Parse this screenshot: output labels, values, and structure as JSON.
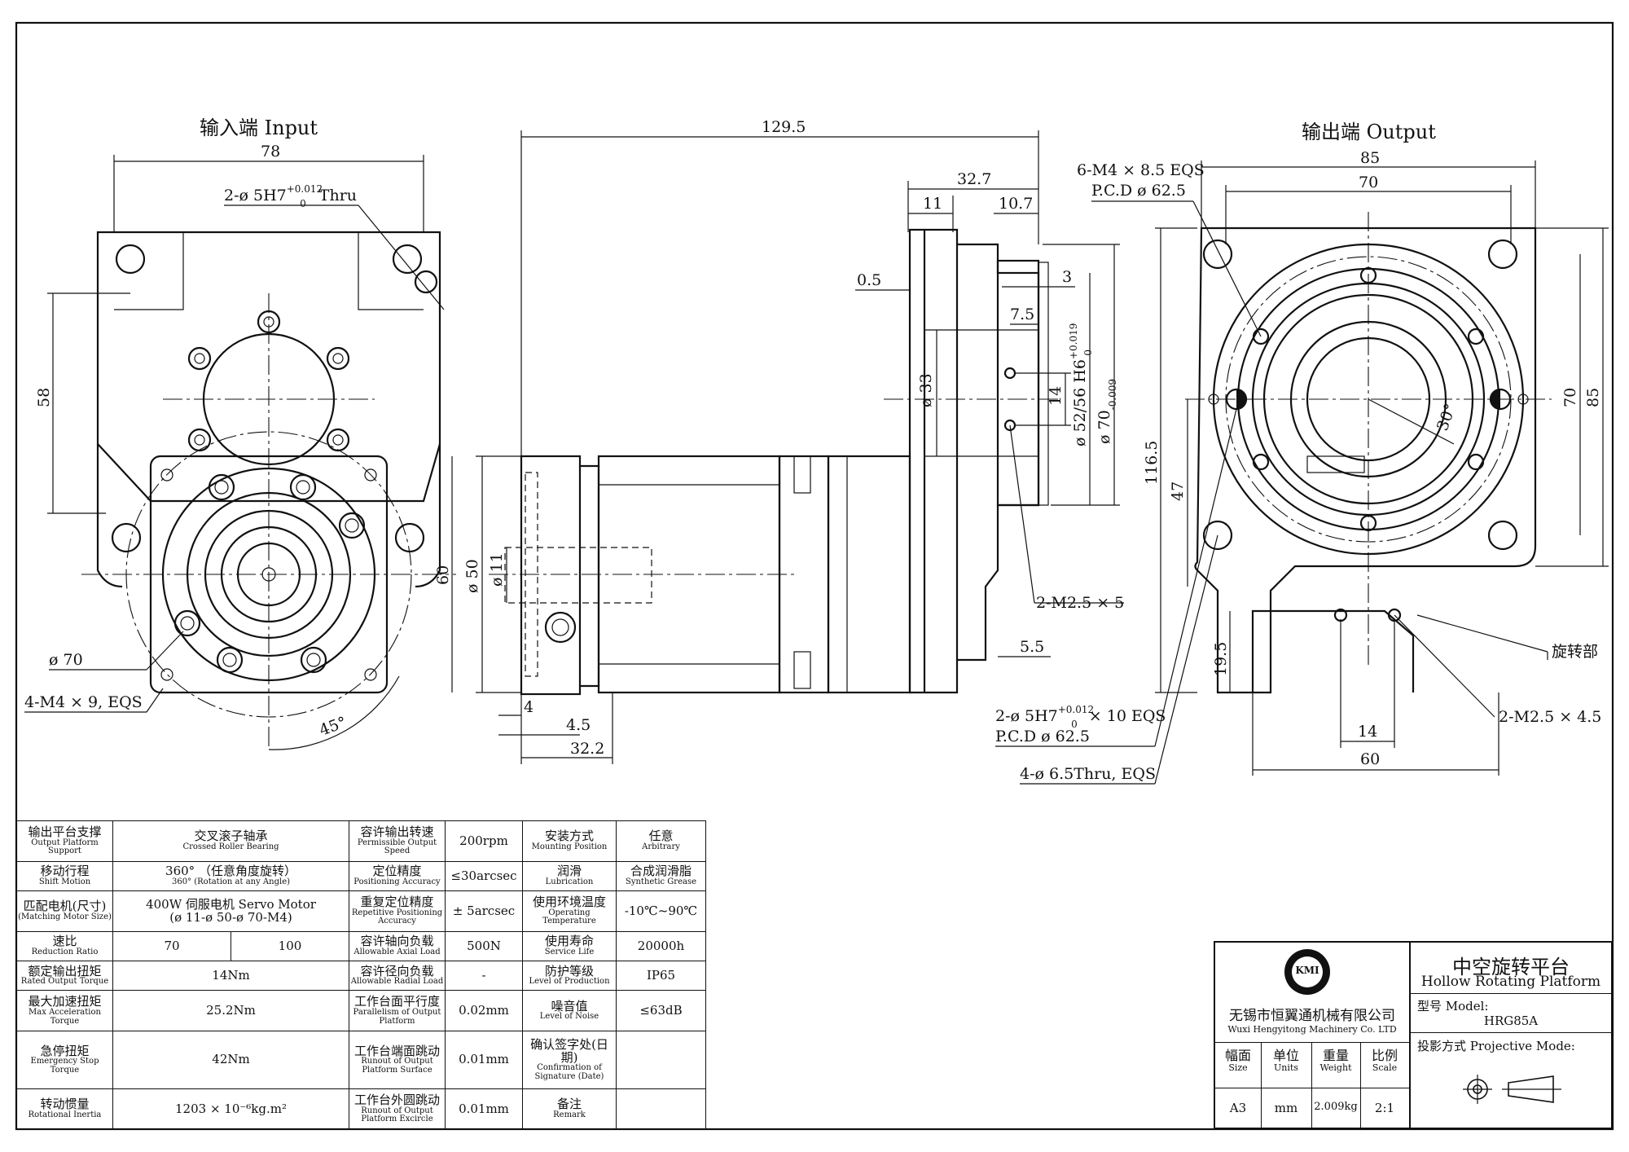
{
  "views": {
    "input_title": "输入端 Input",
    "output_title": "输出端 Output"
  },
  "dims": {
    "d78": "78",
    "hole_in": "2-ø 5H7",
    "hole_in_tol_up": "+0.012",
    "hole_in_tol_dn": "0",
    "hole_in_suffix": "Thru",
    "d58": "58",
    "d60_in": "60",
    "phi70_in": "ø 70",
    "m4_in": "4-M4 × 9, EQS",
    "a45": "45°",
    "d129": "129.5",
    "d32_7": "32.7",
    "d11": "11",
    "d10_7": "10.7",
    "d0_5": "0.5",
    "d3": "3",
    "d7_5": "7.5",
    "phi33": "ø 33",
    "d14_side": "14",
    "h6": "ø 52/56 H6",
    "h6_tol_up": "+0.019",
    "h6_tol_dn": "0",
    "phi70_side": "ø 70",
    "phi70_side_tol_dn": "-0.009",
    "phi50": "ø 50",
    "phi11": "ø 11",
    "m2_5x5": "2-M2.5 × 5",
    "d5_5": "5.5",
    "d4": "4",
    "d4_5": "4.5",
    "d32_2": "32.2",
    "d85_top": "85",
    "d70_top": "70",
    "m4_out": "6-M4 × 8.5 EQS",
    "pcd_out": "P.C.D ø 62.5",
    "d116_5": "116.5",
    "d47": "47",
    "d19_5": "19.5",
    "d70_right": "70",
    "d85_right": "85",
    "a30": "30°",
    "rotating_part": "旋转部",
    "hole_out": "2-ø 5H7",
    "hole_out_tol_up": "+0.012",
    "hole_out_tol_dn": "0",
    "hole_out_suffix": "× 10 EQS",
    "pcd_out2": "P.C.D ø 62.5",
    "thru_out": "4-ø 6.5Thru, EQS",
    "m2_5x4_5": "2-M2.5 × 4.5",
    "d14_bottom": "14",
    "d60_bottom": "60"
  },
  "spec": {
    "rows": [
      {
        "c1_cn": "输出平台支撑",
        "c1_en": "Output Platform Support",
        "c2": "交叉滚子轴承",
        "c2_en": "Crossed Roller Bearing",
        "c3_cn": "容许输出转速",
        "c3_en": "Permissible Output Speed",
        "c4": "200rpm",
        "c5_cn": "安装方式",
        "c5_en": "Mounting Position",
        "c6": "任意",
        "c6_en": "Arbitrary"
      },
      {
        "c1_cn": "移动行程",
        "c1_en": "Shift Motion",
        "c2": "360° （任意角度旋转）",
        "c2_en": "360° (Rotation at any Angle)",
        "c3_cn": "定位精度",
        "c3_en": "Positioning Accuracy",
        "c4": "≤30arcsec",
        "c5_cn": "润滑",
        "c5_en": "Lubrication",
        "c6": "合成润滑脂",
        "c6_en": "Synthetic Grease"
      },
      {
        "c1_cn": "匹配电机(尺寸)",
        "c1_en": "(Matching Motor Size)",
        "c2": "400W 伺服电机 Servo Motor",
        "c2_en": "(ø 11-ø 50-ø 70-M4)",
        "c3_cn": "重复定位精度",
        "c3_en": "Repetitive Positioning Accuracy",
        "c4": "± 5arcsec",
        "c5_cn": "使用环境温度",
        "c5_en": "Operating Temperature",
        "c6": "-10℃~90℃",
        "c6_en": ""
      },
      {
        "c1_cn": "速比",
        "c1_en": "Reduction Ratio",
        "c2a": "70",
        "c2b": "100",
        "c3_cn": "容许轴向负载",
        "c3_en": "Allowable Axial Load",
        "c4": "500N",
        "c5_cn": "使用寿命",
        "c5_en": "Service Life",
        "c6": "20000h",
        "c6_en": ""
      },
      {
        "c1_cn": "额定输出扭矩",
        "c1_en": "Rated Output Torque",
        "c2": "14Nm",
        "c2_en": "",
        "c3_cn": "容许径向负载",
        "c3_en": "Allowable Radial Load",
        "c4": "-",
        "c5_cn": "防护等级",
        "c5_en": "Level of Production",
        "c6": "IP65",
        "c6_en": ""
      },
      {
        "c1_cn": "最大加速扭矩",
        "c1_en": "Max Acceleration Torque",
        "c2": "25.2Nm",
        "c2_en": "",
        "c3_cn": "工作台面平行度",
        "c3_en": "Parallelism of Output Platform",
        "c4": "0.02mm",
        "c5_cn": "噪音值",
        "c5_en": "Level of Noise",
        "c6": "≤63dB",
        "c6_en": ""
      },
      {
        "c1_cn": "急停扭矩",
        "c1_en": "Emergency Stop Torque",
        "c2": "42Nm",
        "c2_en": "",
        "c3_cn": "工作台端面跳动",
        "c3_en": "Runout of Output Platform Surface",
        "c4": "0.01mm",
        "c5_cn": "确认签字处(日期)",
        "c5_en": "Confirmation of Signature (Date)",
        "c6": "",
        "c6_en": ""
      },
      {
        "c1_cn": "转动惯量",
        "c1_en": "Rotational Inertia",
        "c2": "1203 × 10⁻⁶kg.m²",
        "c2_en": "",
        "c3_cn": "工作台外圆跳动",
        "c3_en": "Runout of Output Platform Excircle",
        "c4": "0.01mm",
        "c5_cn": "备注",
        "c5_en": "Remark",
        "c6": "",
        "c6_en": ""
      }
    ]
  },
  "title_block": {
    "logo": "KMI",
    "company_cn": "无锡市恒翼通机械有限公司",
    "company_en": "Wuxi Hengyitong Machinery Co. LTD",
    "product_cn": "中空旋转平台",
    "product_en": "Hollow Rotating Platform",
    "model_label": "型号 Model:",
    "model": "HRG85A",
    "size_cn": "幅面",
    "size_en": "Size",
    "size_val": "A3",
    "units_cn": "单位",
    "units_en": "Units",
    "units_val": "mm",
    "weight_cn": "重量",
    "weight_en": "Weight",
    "weight_val": "2.009kg",
    "scale_cn": "比例",
    "scale_en": "Scale",
    "scale_val": "2:1",
    "proj_label": "投影方式 Projective Mode:"
  }
}
